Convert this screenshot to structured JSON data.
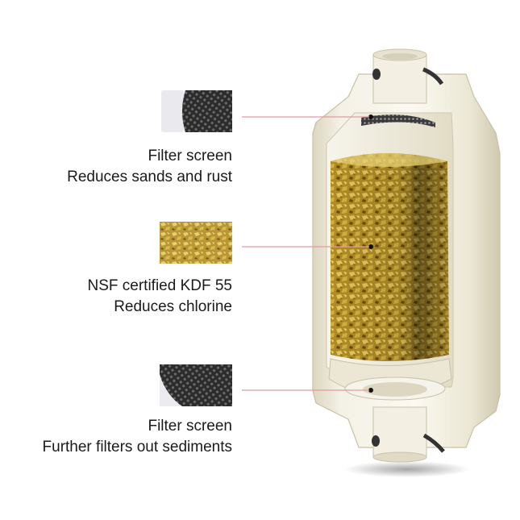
{
  "callouts": [
    {
      "icon": "mesh-screen-icon",
      "line1": "Filter screen",
      "line2": "Reduces sands and rust"
    },
    {
      "icon": "kdf-granules-icon",
      "line1": "NSF certified KDF 55",
      "line2": "Reduces chlorine"
    },
    {
      "icon": "mesh-screen-icon",
      "line1": "Filter screen",
      "line2": "Further filters out sediments"
    }
  ],
  "colors": {
    "housing": "#f2eee0",
    "housing_shadow": "#d9d3bd",
    "kdf_light": "#d4b446",
    "kdf_dark": "#7a5a12",
    "mesh": "#3a3a3a",
    "leader_line": "#e59a9a"
  }
}
